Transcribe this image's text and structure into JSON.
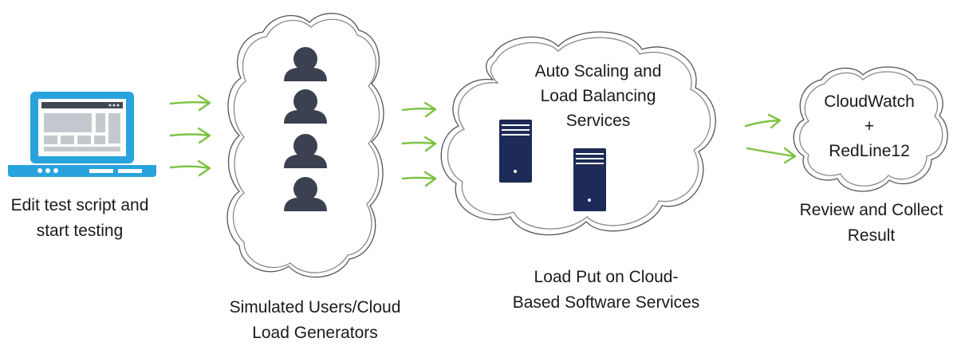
{
  "diagram": {
    "laptop": {
      "caption": "Edit test script and\nstart testing",
      "icon": "laptop-icon"
    },
    "load_generators": {
      "caption": "Simulated Users/Cloud\nLoad Generators",
      "user_count": 4,
      "icon": "user-icon"
    },
    "services_cloud": {
      "inner_label": "Auto Scaling and\nLoad Balancing\nServices",
      "caption": "Load Put on Cloud-\nBased Software Services",
      "server_count": 2,
      "icon": "server-icon"
    },
    "results_cloud": {
      "inner_label": "CloudWatch\n+\nRedLine12",
      "caption": "Review and Collect\nResult"
    },
    "colors": {
      "arrow": "#7dc242",
      "laptop_blue": "#29a3dd",
      "user": "#3b4150",
      "server": "#1e2a57",
      "cloud_stroke": "#555555"
    }
  }
}
